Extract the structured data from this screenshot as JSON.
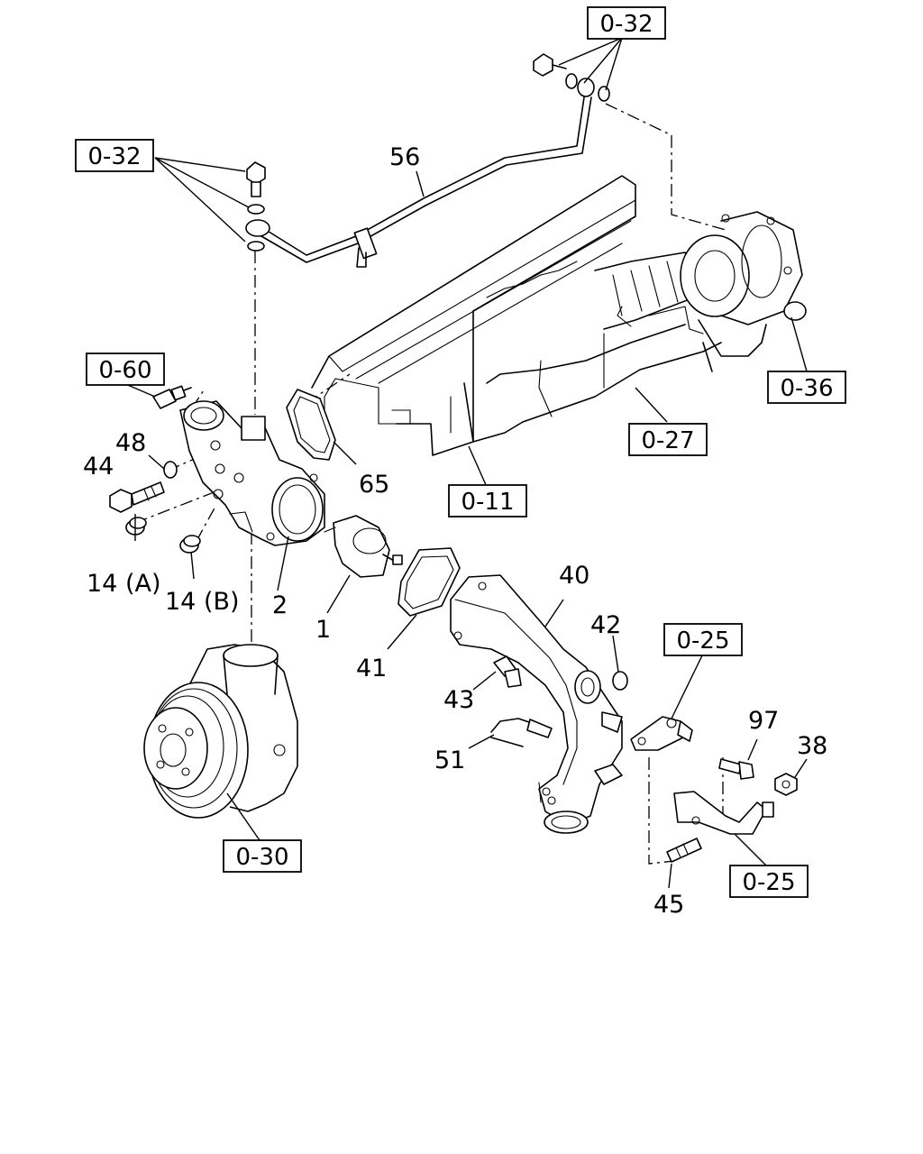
{
  "diagram": {
    "part_numbers": {
      "p1": "1",
      "p2": "2",
      "p14a": "14 (A)",
      "p14b": "14 (B)",
      "p38": "38",
      "p40": "40",
      "p41": "41",
      "p42": "42",
      "p43": "43",
      "p44": "44",
      "p45": "45",
      "p48": "48",
      "p51": "51",
      "p56": "56",
      "p65": "65",
      "p97": "97"
    },
    "section_refs": {
      "r032_top": "0-32",
      "r032_left": "0-32",
      "r060": "0-60",
      "r036": "0-36",
      "r027": "0-27",
      "r011": "0-11",
      "r025_upper": "0-25",
      "r025_lower": "0-25",
      "r030": "0-30"
    }
  },
  "colors": {
    "ink": "#000000",
    "paper": "#ffffff"
  }
}
